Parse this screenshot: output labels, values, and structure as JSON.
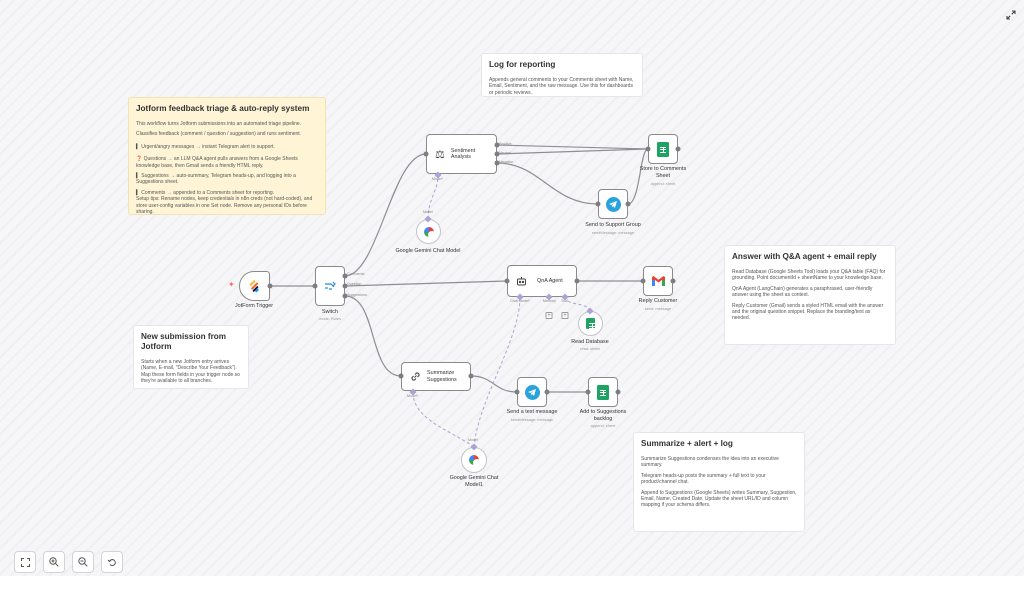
{
  "notes": {
    "main": {
      "title": "Jotform feedback triage & auto-reply system",
      "paragraphs": [
        "This workflow turns Jotform submissions into an automated triage pipeline.",
        "Classifies feedback (comment / question / suggestion) and runs sentiment.",
        "▍ Urgent/angry messages → instant Telegram alert to support.",
        "❓ Questions → an LLM Q&A agent pulls answers from a Google Sheets knowledge base, then Gmail sends a friendly HTML reply.",
        "▍ Suggestions → auto-summary, Telegram heads-up, and logging into a Suggestions sheet.",
        "▍ Comments → appended to a Comments sheet for reporting.\nSetup tips: Rename nodes, keep credentials in n8n creds (not hard-coded), and store user-config variables in one Set node. Remove any personal IDs before sharing."
      ]
    },
    "log": {
      "title": "Log for reporting",
      "paragraphs": [
        "Appends general comments to your Comments sheet with Name, Email, Sentiment, and the raw message. Use this for dashboards or periodic reviews."
      ]
    },
    "qa": {
      "title": "Answer with Q&A agent + email reply",
      "paragraphs": [
        "Read Database (Google Sheets Tool) loads your Q&A table (FAQ) for grounding. Point documentId + sheetName to your knowledge base.",
        "QnA Agent (LangChain) generates a paraphrased, user-friendly answer using the sheet as context.",
        "Reply Customer (Gmail) sends a styled HTML email with the answer and the original question snippet. Replace the branding/text as needed."
      ]
    },
    "newsub": {
      "title": "New submission from Jotform",
      "paragraphs": [
        "Starts when a new Jotform entry arrives (Name, E-mail, \"Describe Your Feedback\"). Map these form fields in your trigger node so they're available to all branches."
      ]
    },
    "summarize": {
      "title": "Summarize + alert + log",
      "paragraphs": [
        "Summarize Suggestions condenses the idea into an executive summary.",
        "Telegram heads-up posts the summary + full text to your product/channel chat.",
        "Append to Suggestions (Google Sheets) writes Summary, Suggestion, Email, Name, Created Date. Update the sheet URL/ID and column mapping if your schema differs."
      ]
    }
  },
  "nodes": {
    "jotform": {
      "label": "JotForm Trigger",
      "icon": "jotform-icon"
    },
    "switch": {
      "label": "Switch",
      "sub": "mode: Rules",
      "icon": "switch-icon",
      "outputs": [
        "Comments",
        "Question",
        "Suggestions"
      ]
    },
    "sentiment": {
      "label": "Sentiment Analysis",
      "icon": "scale-icon",
      "outputs": [
        "Positive",
        "Neutral",
        "Negative"
      ],
      "input": "Model*"
    },
    "gemini1": {
      "label": "Google Gemini Chat Model",
      "out": "Model",
      "icon": "google-icon"
    },
    "store": {
      "label": "Store to Comments Sheet",
      "sub": "append: sheet",
      "icon": "sheets-icon"
    },
    "support": {
      "label": "Send to Support Group",
      "sub": "sendMessage: message",
      "icon": "telegram-icon"
    },
    "qna": {
      "label": "QnA Agent",
      "icon": "robot-icon",
      "inputs": [
        "Chat Model*",
        "Memory",
        "Tool"
      ]
    },
    "reply": {
      "label": "Reply Customer",
      "sub": "send: message",
      "icon": "gmail-icon"
    },
    "readdb": {
      "label": "Read Database",
      "sub": "read: sheet",
      "icon": "sheets-icon"
    },
    "summ": {
      "label": "Summarize Suggestions",
      "icon": "link-icon",
      "input": "Model*"
    },
    "text": {
      "label": "Send a text message",
      "sub": "sendMessage: message",
      "icon": "telegram-icon"
    },
    "sugg": {
      "label": "Add to Suggestions backlog",
      "sub": "append: sheet",
      "icon": "sheets-icon"
    },
    "gemini2": {
      "label": "Google Gemini Chat Model1",
      "out": "Model",
      "icon": "google-icon"
    }
  },
  "controls": {
    "fit": "fit-view-icon",
    "zoom_in": "zoom-in-icon",
    "zoom_out": "zoom-out-icon",
    "reset": "reset-zoom-icon",
    "fullscreen": "fullscreen-icon"
  },
  "colors": {
    "canvas": "#f6f6f8",
    "main_note": "#fff5d6",
    "edge": "#8e8e94",
    "ai_edge": "#a9a4d4",
    "sheets": "#1ea362",
    "telegram": "#2aa3dd",
    "jotform": "#f56e28",
    "gmail_red": "#ea4335"
  }
}
